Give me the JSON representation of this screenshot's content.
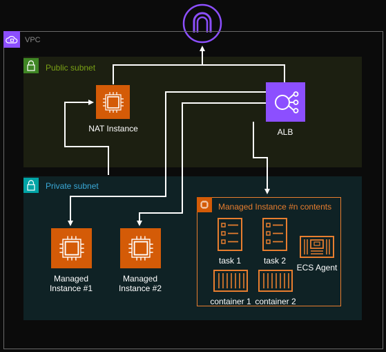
{
  "vpc": {
    "label": "VPC"
  },
  "public_subnet": {
    "label": "Public subnet"
  },
  "private_subnet": {
    "label": "Private subnet"
  },
  "nat_instance": {
    "label": "NAT Instance"
  },
  "alb": {
    "label": "ALB"
  },
  "managed_instance_1": {
    "label_line1": "Managed",
    "label_line2": "Instance #1"
  },
  "managed_instance_2": {
    "label_line1": "Managed",
    "label_line2": "Instance #2"
  },
  "managed_instance_n": {
    "label": "Managed Instance #n contents",
    "task1": "task 1",
    "task2": "task 2",
    "ecs_agent": "ECS Agent",
    "container1": "container 1",
    "container2": "container 2"
  },
  "colors": {
    "vpc": "#8C4FFF",
    "public_subnet": "#7AA116",
    "private_subnet": "#3AA9D8",
    "compute": "#D45B07",
    "alb": "#8C4FFF",
    "connector": "#FFFFFF"
  },
  "icons": {
    "internet_gateway": "internet-gateway-icon",
    "vpc": "vpc-cloud-icon",
    "subnet": "padlock-icon",
    "ec2": "ec2-instance-icon",
    "alb": "load-balancer-icon",
    "task": "ecs-task-icon",
    "container": "container-icon",
    "agent": "ecs-agent-icon"
  }
}
